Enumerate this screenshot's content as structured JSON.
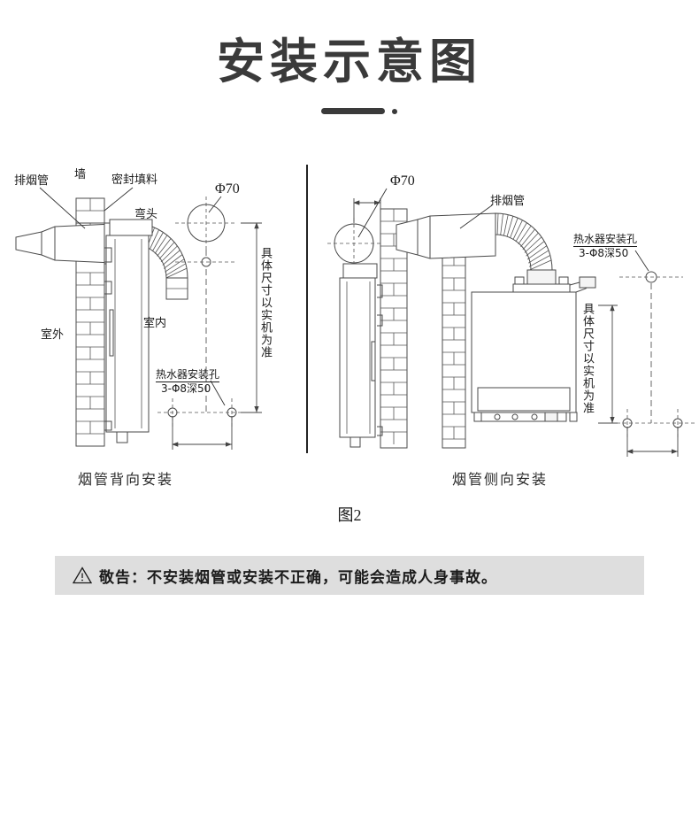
{
  "header": {
    "title": "安装示意图"
  },
  "figure": {
    "label": "图2"
  },
  "left_diagram": {
    "caption": "烟管背向安装",
    "labels": {
      "exhaust_pipe": "排烟管",
      "wall": "墙",
      "sealing_filler": "密封填料",
      "elbow": "弯头",
      "outdoor": "室外",
      "indoor": "室内",
      "hole_diameter": "Φ70",
      "mounting_hole_title": "热水器安装孔",
      "mounting_hole_spec": "3-Φ8深50",
      "dimension_note": "具体尺寸以实机为准"
    }
  },
  "right_diagram": {
    "caption": "烟管侧向安装",
    "labels": {
      "hole_diameter": "Φ70",
      "exhaust_pipe": "排烟管",
      "mounting_hole_title": "热水器安装孔",
      "mounting_hole_spec": "3-Φ8深50",
      "dimension_note": "具体尺寸以实机为准"
    }
  },
  "warning": {
    "icon": "warning-triangle-icon",
    "text": "敬告：不安装烟管或安装不正确，可能会造成人身事故。"
  },
  "colors": {
    "title": "#3a3a3a",
    "line": "#4a4a4a",
    "banner_bg": "#dedede",
    "text": "#1a1a1a"
  }
}
